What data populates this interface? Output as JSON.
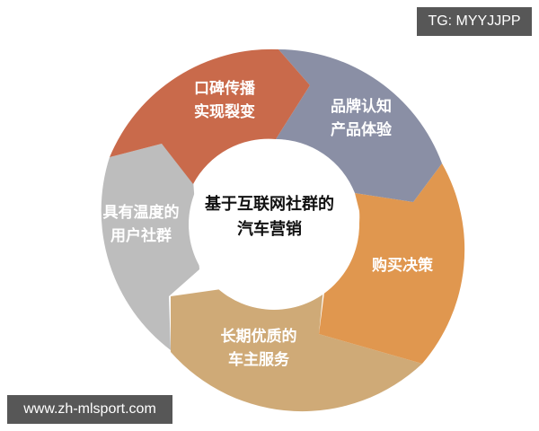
{
  "diagram": {
    "center_title": [
      "基于互联网社群的",
      "汽车营销"
    ],
    "segments": [
      {
        "id": "word-of-mouth",
        "lines": [
          "口碑传播",
          "实现裂变"
        ],
        "color": "#C96A4B"
      },
      {
        "id": "brand-awareness",
        "lines": [
          "品牌认知",
          "产品体验"
        ],
        "color": "#8A8FA5"
      },
      {
        "id": "purchase-decision",
        "lines": [
          "购买决策"
        ],
        "color": "#E0974F"
      },
      {
        "id": "owner-service",
        "lines": [
          "长期优质的",
          "车主服务"
        ],
        "color": "#CFAA77"
      },
      {
        "id": "user-community",
        "lines": [
          "具有温度的",
          "用户社群"
        ],
        "color": "#BDBDBD"
      }
    ]
  },
  "watermarks": {
    "tg": "TG: MYYJJPP",
    "site": "www.zh-mlsport.com"
  }
}
